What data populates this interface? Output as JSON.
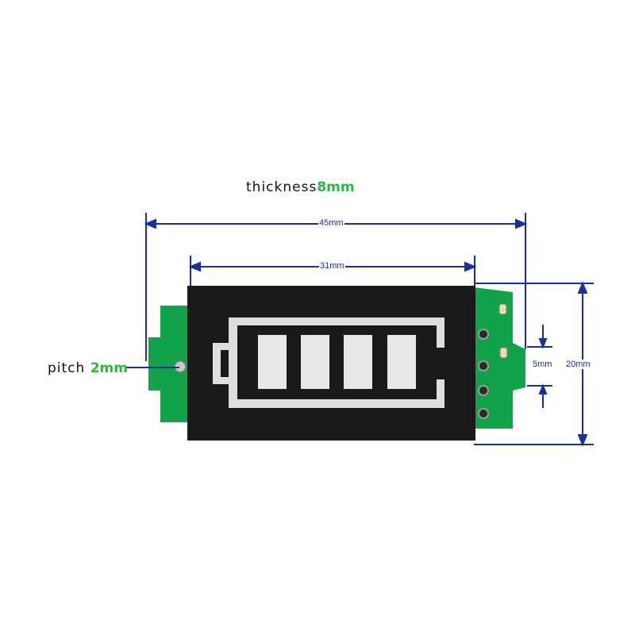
{
  "labels": {
    "thickness": {
      "text": "thickness",
      "value": "8mm"
    },
    "pitch": {
      "text": "pitch",
      "value": "2mm"
    }
  },
  "dimensions": {
    "overall_width": "45mm",
    "display_width": "31mm",
    "height": "20mm",
    "pin_spacing": "5mm"
  },
  "battery_indicator": {
    "bars_lit": 4,
    "bars_total": 4
  },
  "colors": {
    "dimension_line": "#1a2fa0",
    "label_accent": "#2db83d",
    "pcb": "#12a34a",
    "display_body": "#1a1a1a",
    "segment": "#e8e8e8"
  }
}
